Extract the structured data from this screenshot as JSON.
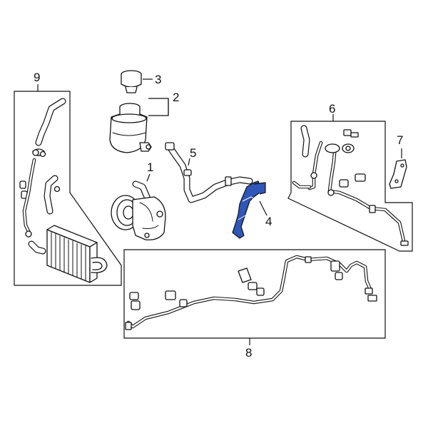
{
  "diagram": {
    "highlight_color": "#2f56b8",
    "line_color": "#111111",
    "background": "#ffffff",
    "callouts": {
      "c1": "1",
      "c2": "2",
      "c3": "3",
      "c4": "4",
      "c5": "5",
      "c6": "6",
      "c7": "7",
      "c8": "8",
      "c9": "9"
    }
  }
}
